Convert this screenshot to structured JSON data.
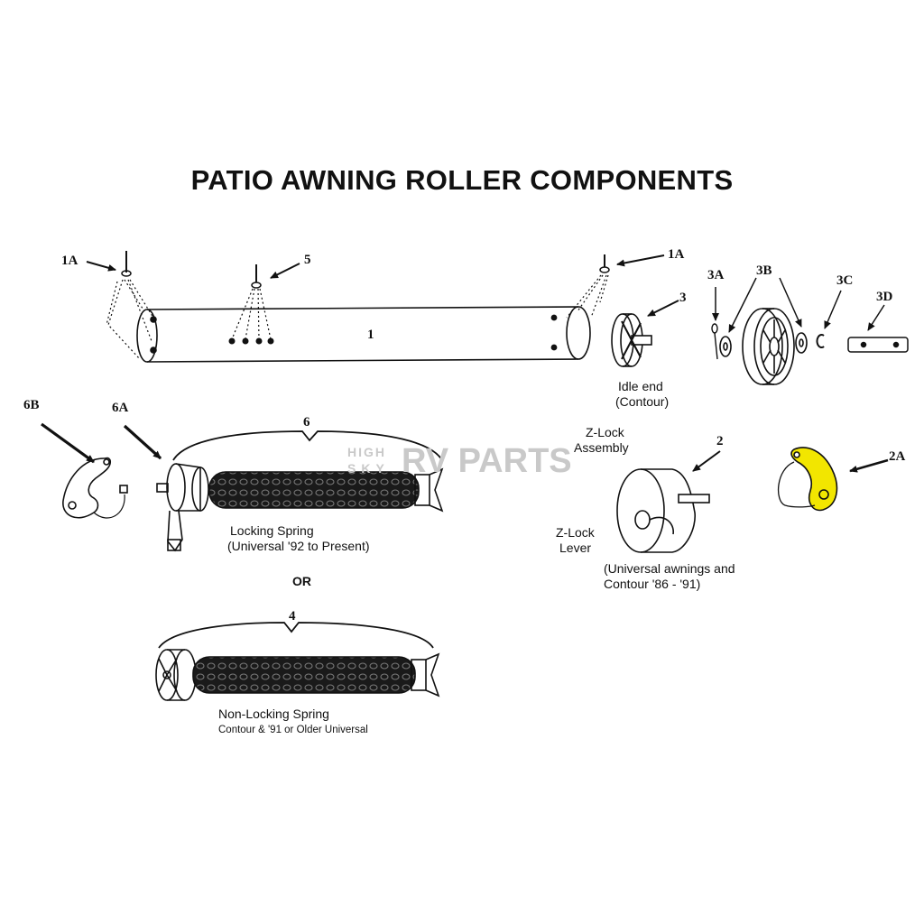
{
  "diagram": {
    "title": "PATIO AWNING ROLLER COMPONENTS",
    "callouts": {
      "c1A_left": "1A",
      "c5": "5",
      "c1A_right": "1A",
      "c1": "1",
      "c3": "3",
      "c3A": "3A",
      "c3B": "3B",
      "c3C": "3C",
      "c3D": "3D",
      "c6B": "6B",
      "c6A": "6A",
      "c6": "6",
      "c2": "2",
      "c2A": "2A",
      "c4": "4"
    },
    "labels": {
      "idle_end_line1": "Idle end",
      "idle_end_line2": "(Contour)",
      "zlock_assembly_line1": "Z-Lock",
      "zlock_assembly_line2": "Assembly",
      "zlock_lever_line1": "Z-Lock",
      "zlock_lever_line2": "Lever",
      "universal_line1": "(Universal awnings and",
      "universal_line2": "Contour '86 - '91)",
      "locking_spring_line1": "Locking Spring",
      "locking_spring_line2": "(Universal '92 to Present)",
      "or": "OR",
      "nonlocking_line1": "Non-Locking Spring",
      "nonlocking_line2": "Contour & '91 or Older Universal"
    },
    "highlight_color": "#f2e600",
    "watermark": {
      "small_top": "HIGH",
      "small_bottom": "SKY",
      "large": "RV PARTS"
    }
  }
}
